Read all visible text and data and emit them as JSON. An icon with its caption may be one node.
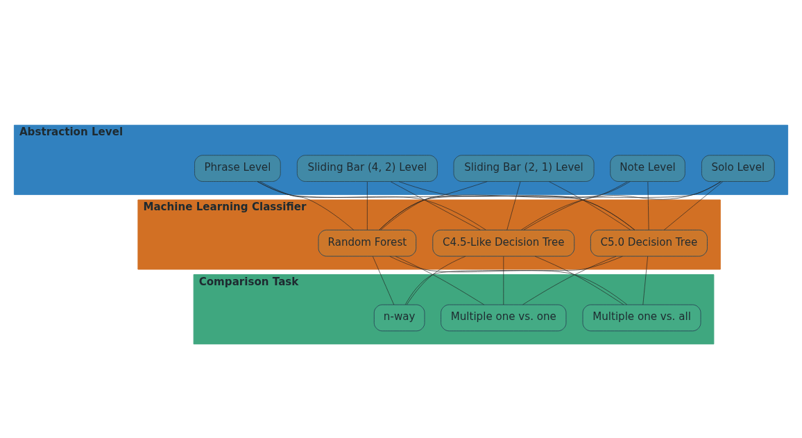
{
  "diagram": {
    "nodes": [
      {
        "text": [
          "Abstraction Level"
        ]
      },
      {
        "text": [
          "Solo Level"
        ],
        "in": 0
      },
      {
        "text": [
          "Phrase Level"
        ],
        "in": 0
      },
      {
        "text": [
          "Sliding Bar (4, 2) Level"
        ],
        "in": 0
      },
      {
        "text": [
          "Sliding Bar (2, 1) Level"
        ],
        "in": 0
      },
      {
        "text": [
          "Note Level"
        ],
        "in": 0
      },
      {
        "text": [
          "Machine Learning Classifier"
        ]
      },
      {
        "text": [
          "C4.5-Like Decision Tree"
        ],
        "in": 6
      },
      {
        "text": [
          "C5.0 Decision Tree"
        ],
        "in": 6
      },
      {
        "text": [
          "Random Forest"
        ],
        "in": 6
      },
      {
        "text": [
          "Comparison Task"
        ]
      },
      {
        "text": [
          "n-way"
        ],
        "in": 10
      },
      {
        "text": [
          "Multiple one vs. one"
        ],
        "in": 10
      },
      {
        "text": [
          "Multiple one vs. all"
        ],
        "in": 10
      }
    ],
    "edges": [
      {
        "from": 1,
        "to": 7,
        "arrow": "none"
      },
      {
        "from": 1,
        "to": 8,
        "arrow": "none"
      },
      {
        "from": 1,
        "to": 9,
        "arrow": "none"
      },
      {
        "from": 2,
        "to": 7,
        "arrow": "none"
      },
      {
        "from": 2,
        "to": 8,
        "arrow": "none"
      },
      {
        "from": 2,
        "to": 9,
        "arrow": "none"
      },
      {
        "from": 3,
        "to": 7,
        "arrow": "none"
      },
      {
        "from": 3,
        "to": 8,
        "arrow": "none"
      },
      {
        "from": 3,
        "to": 9,
        "arrow": "none"
      },
      {
        "from": 4,
        "to": 7,
        "arrow": "none"
      },
      {
        "from": 4,
        "to": 8,
        "arrow": "none"
      },
      {
        "from": 4,
        "to": 9,
        "arrow": "none"
      },
      {
        "from": 5,
        "to": 7,
        "arrow": "none"
      },
      {
        "from": 5,
        "to": 8,
        "arrow": "none"
      },
      {
        "from": 5,
        "to": 9,
        "arrow": "none"
      },
      {
        "from": 7,
        "to": 11,
        "arrow": "none"
      },
      {
        "from": 7,
        "to": 12,
        "arrow": "none"
      },
      {
        "from": 7,
        "to": 13,
        "arrow": "none"
      },
      {
        "from": 8,
        "to": 11,
        "arrow": "none"
      },
      {
        "from": 8,
        "to": 12,
        "arrow": "none"
      },
      {
        "from": 8,
        "to": 13,
        "arrow": "none"
      },
      {
        "from": 9,
        "to": 11,
        "arrow": "none"
      },
      {
        "from": 9,
        "to": 12,
        "arrow": "none"
      },
      {
        "from": 9,
        "to": 13,
        "arrow": "none"
      }
    ]
  }
}
